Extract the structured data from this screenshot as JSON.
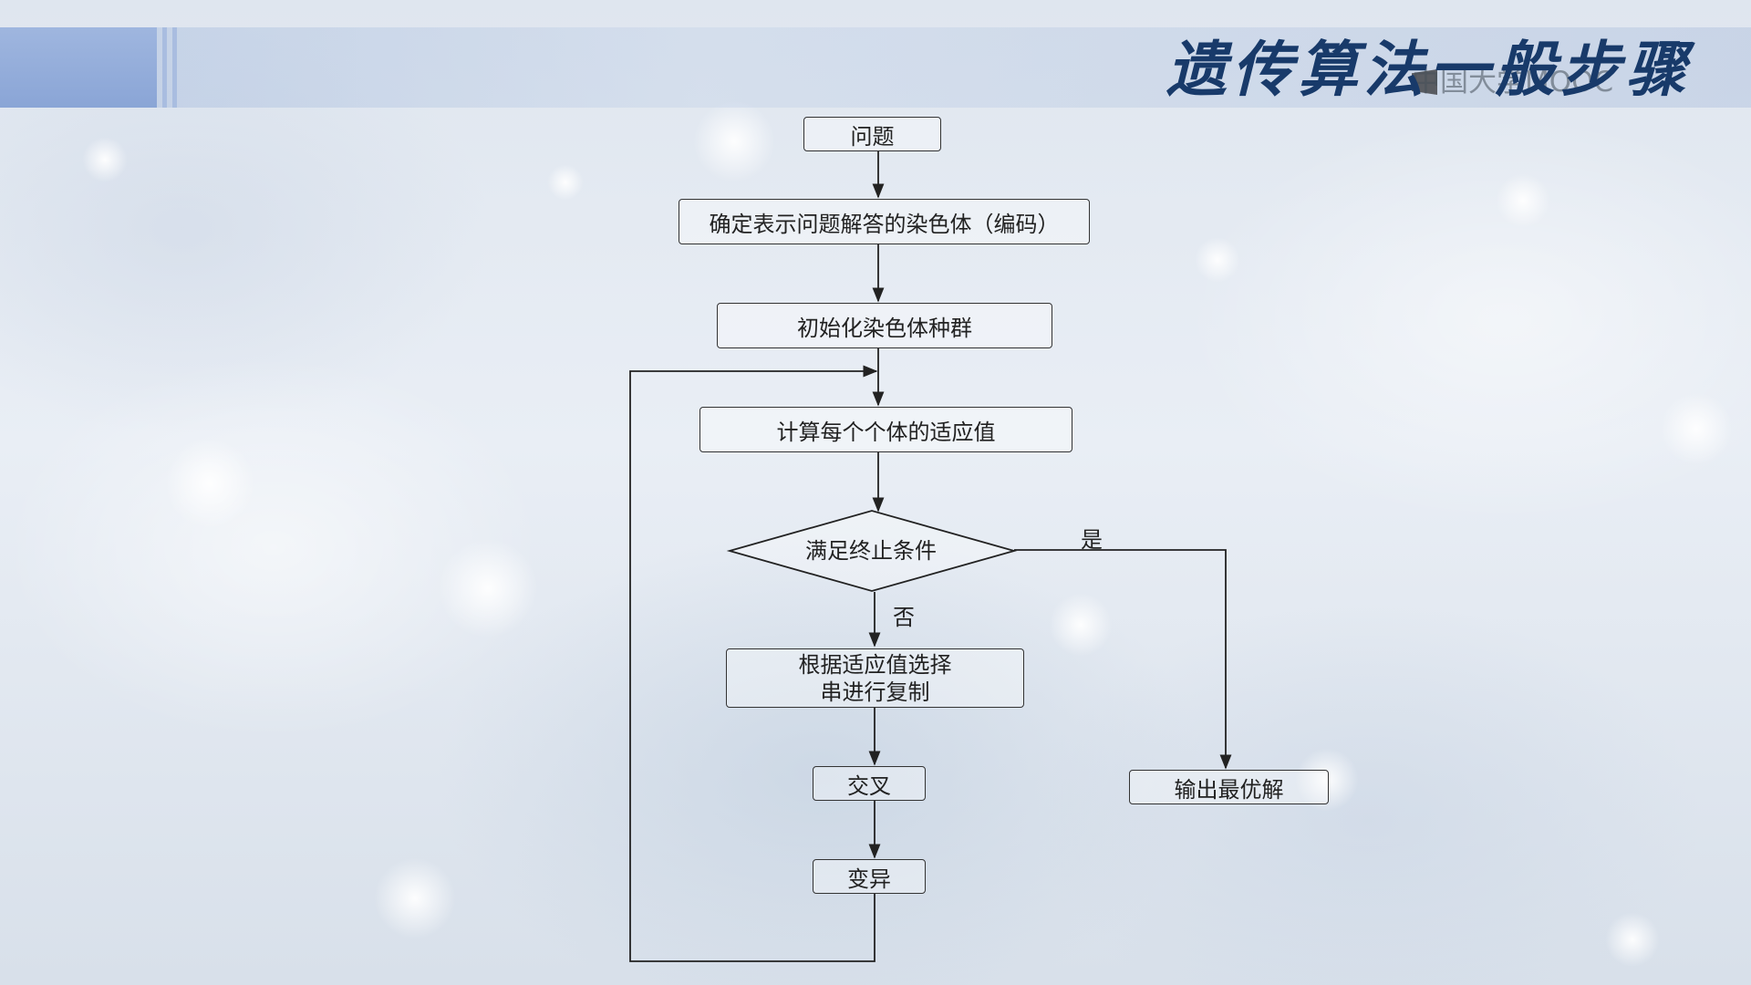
{
  "header": {
    "title": "遗传算法一般步骤",
    "watermark": "中国大学MOOC"
  },
  "flowchart": {
    "nodes": {
      "problem": "问题",
      "encode": "确定表示问题解答的染色体（编码）",
      "init": "初始化染色体种群",
      "fitness": "计算每个个体的适应值",
      "decision": "满足终止条件",
      "select_line1": "根据适应值选择",
      "select_line2": "串进行复制",
      "crossover": "交叉",
      "mutation": "变异",
      "output": "输出最优解"
    },
    "edge_labels": {
      "yes": "是",
      "no": "否"
    }
  },
  "colors": {
    "header_band": "#8aa5d6",
    "title_text": "#183a6a",
    "line": "#222222"
  }
}
